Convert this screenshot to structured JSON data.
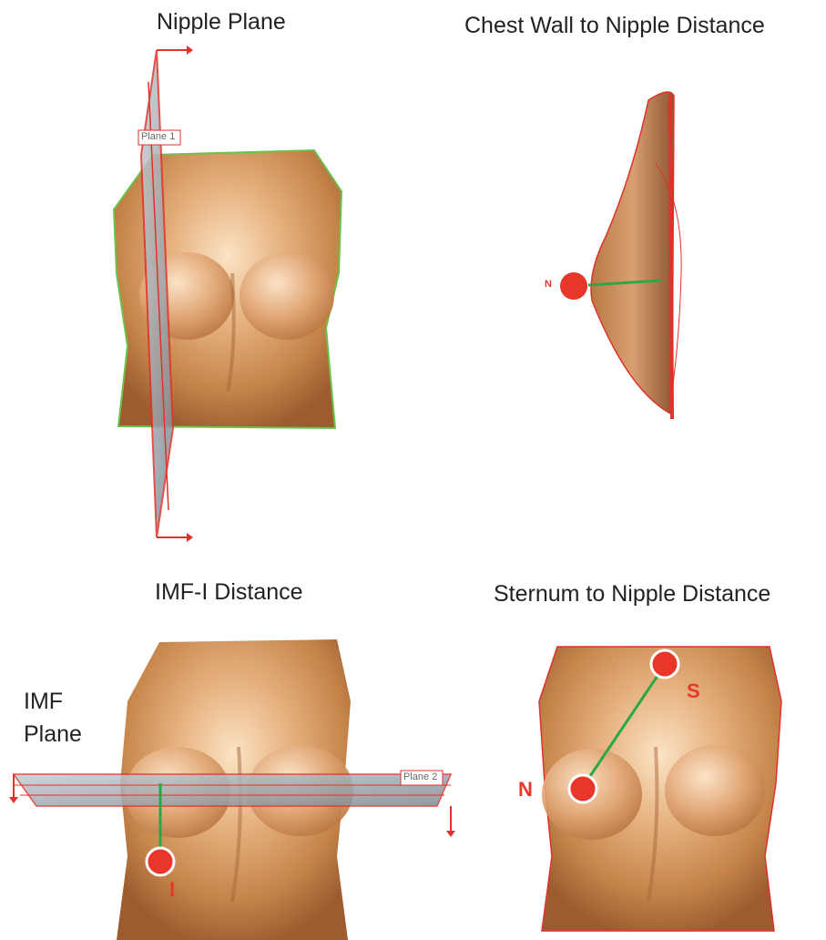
{
  "panels": {
    "nipple_plane": {
      "title": "Nipple Plane",
      "plane_label": "Plane 1"
    },
    "chest_wall": {
      "title": "Chest Wall to Nipple Distance",
      "nipple_marker": "N"
    },
    "imf_i": {
      "title": "IMF-I Distance",
      "side_label_line1": "IMF",
      "side_label_line2": "Plane",
      "plane_label": "Plane 2",
      "point_marker": "I"
    },
    "sternum_nipple": {
      "title": "Sternum to Nipple Distance",
      "sternum_marker": "S",
      "nipple_marker": "N"
    }
  },
  "colors": {
    "marker_red": "#e8362a",
    "measure_green": "#2aa845",
    "outline_red": "#e0322a",
    "outline_green": "#6cc24a",
    "plane_grey": "#8f98a3",
    "skin_light": "#f6d2ac",
    "skin_mid": "#d99a66",
    "skin_dark": "#9c5c30"
  }
}
